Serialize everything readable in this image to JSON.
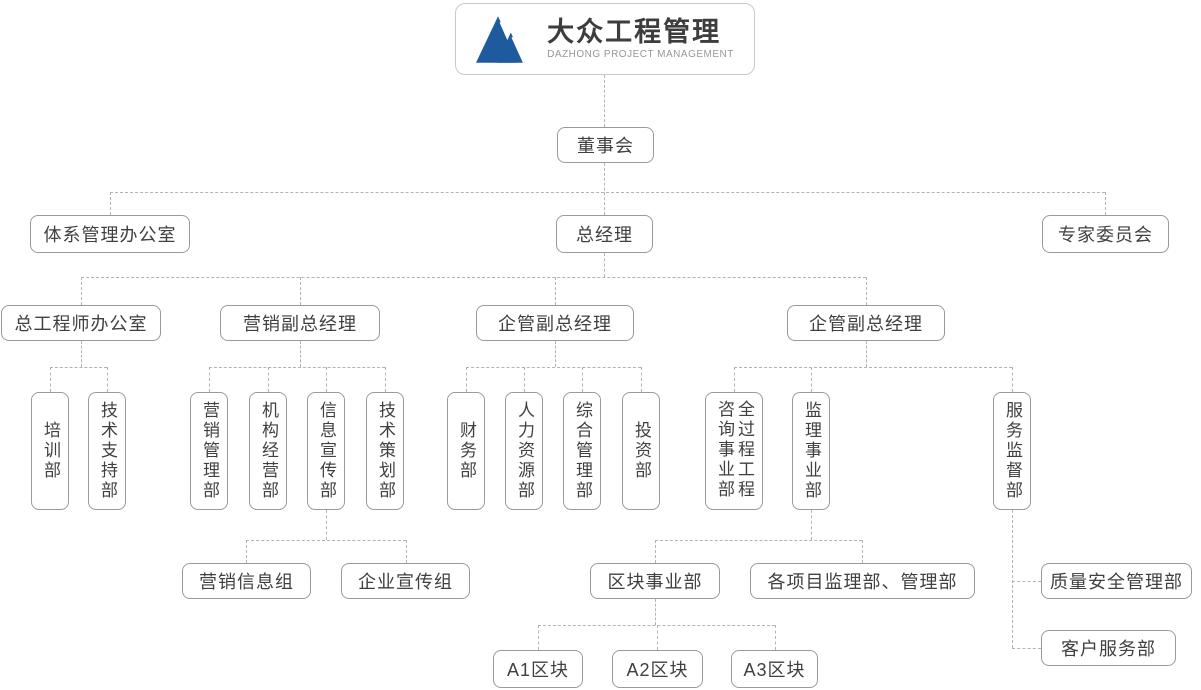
{
  "logo": {
    "title": "大众工程管理",
    "subtitle": "DAZHONG PROJECT MANAGEMENT",
    "icon": "mountain-logo-icon",
    "brand_color": "#1e5b9e"
  },
  "org": {
    "board": "董事会",
    "level2": {
      "system_mgmt_office": "体系管理办公室",
      "general_manager": "总经理",
      "expert_committee": "专家委员会"
    },
    "level3": {
      "chief_engineer_office": "总工程师办公室",
      "marketing_deputy_gm": "营销副总经理",
      "enterprise_deputy_gm_1": "企管副总经理",
      "enterprise_deputy_gm_2": "企管副总经理"
    },
    "departments": {
      "training": "培训部",
      "tech_support": "技术支持部",
      "marketing_mgmt": "营销管理部",
      "institution_operation": "机构经营部",
      "info_publicity": "信息宣传部",
      "tech_planning": "技术策划部",
      "finance": "财务部",
      "human_resources": "人力资源部",
      "general_mgmt": "综合管理部",
      "investment": "投资部",
      "whole_process_consulting": "全过程工程咨询事业部",
      "supervision_business": "监理事业部",
      "service_supervision": "服务监督部"
    },
    "level5": {
      "marketing_info_group": "营销信息组",
      "corporate_publicity_group": "企业宣传组",
      "block_business": "区块事业部",
      "project_supervision_mgmt": "各项目监理部、管理部",
      "quality_safety": "质量安全管理部",
      "customer_service": "客户服务部"
    },
    "blocks": {
      "a1": "A1区块",
      "a2": "A2区块",
      "a3": "A3区块"
    }
  }
}
